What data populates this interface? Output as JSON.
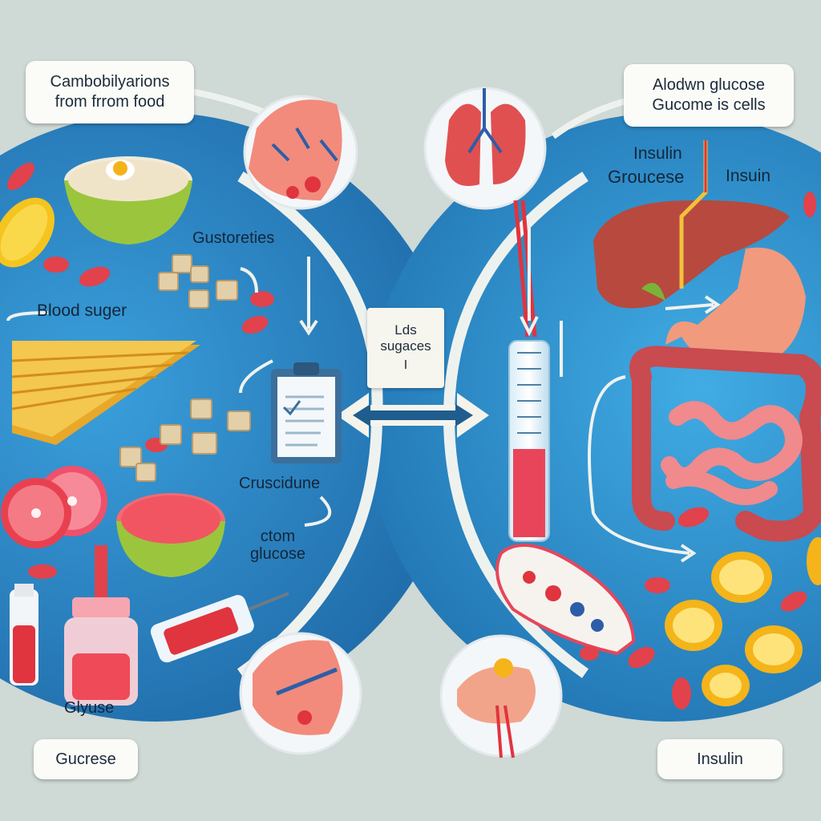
{
  "labels": {
    "carbs_from_food": "Cambobilyarions\nfrom frrom food",
    "gustoreties": "Gustoreties",
    "blood_suger": "Blood suger",
    "cruscidune": "Cruscidune",
    "ctom_glucose": "ctom\nglucose",
    "glyuse": "Glyuse",
    "gucrese": "Gucrese",
    "lds_sugages": "Lds\nsugaces",
    "center_mark": "I",
    "alodwn_glucose": "Alodwn glucose\nGucome is cells",
    "insulin_top": "Insulin",
    "grocuese": "Groucese",
    "insuin": "Insuin",
    "insulin_bottom": "Insulin"
  },
  "colors": {
    "background": "#cfd9d5",
    "left_circle": "#2f86c6",
    "right_circle": "#2f94d0",
    "label_box": "#fbfbf8",
    "text": "#1b2b3a",
    "red_icon": "#e2424b",
    "yellow_icon": "#f4b41a"
  }
}
